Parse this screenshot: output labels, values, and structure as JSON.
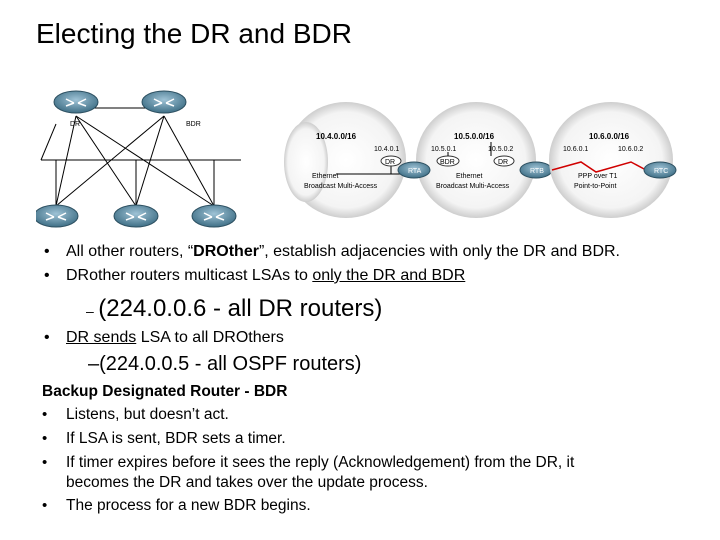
{
  "title": "Electing the DR and BDR",
  "figure": {
    "left_routers": {
      "dr_label": "DR",
      "bdr_label": "BDR"
    },
    "networks": [
      {
        "title": "10.4.0.0/16",
        "addr": "10.4.0.1",
        "role": "DR",
        "router": "RTA",
        "type1": "Ethernet",
        "type2": "Broadcast Multi-Access"
      },
      {
        "title": "10.5.0.0/16",
        "addr_left": "10.5.0.1",
        "addr_right": "10.5.0.2",
        "role_left": "BDR",
        "role_right": "DR",
        "router": "RTB",
        "type1": "Ethernet",
        "type2": "Broadcast Multi-Access"
      },
      {
        "title": "10.6.0.0/16",
        "addr_left": "10.6.0.1",
        "addr_right": "10.6.0.2",
        "router": "RTC",
        "type1": "PPP over T1",
        "type2": "Point-to-Point"
      }
    ]
  },
  "bullets": [
    {
      "pre": "All other routers, “",
      "bold": "DROther",
      "post": "”, establish adjacencies with only the DR and BDR."
    },
    {
      "pre": "DRother routers multicast LSAs  to ",
      "under": "only the DR and BDR"
    }
  ],
  "sub1_dash": "–",
  "sub1": "(224.0.0.6 - all DR routers)",
  "bullet3": {
    "under": "DR sends",
    "post": " LSA to all DROthers"
  },
  "sub2": "–(224.0.0.5 - all OSPF routers)",
  "bdr_section": {
    "header": "Backup Designated Router - BDR",
    "items": [
      "Listens, but doesn’t act.",
      "If LSA is sent, BDR sets a timer.",
      "If timer expires before it sees the reply (Acknowledgement) from the DR, it",
      "becomes the DR and takes over the update process.",
      "The process for a new BDR begins."
    ]
  },
  "bullet_char": "•"
}
